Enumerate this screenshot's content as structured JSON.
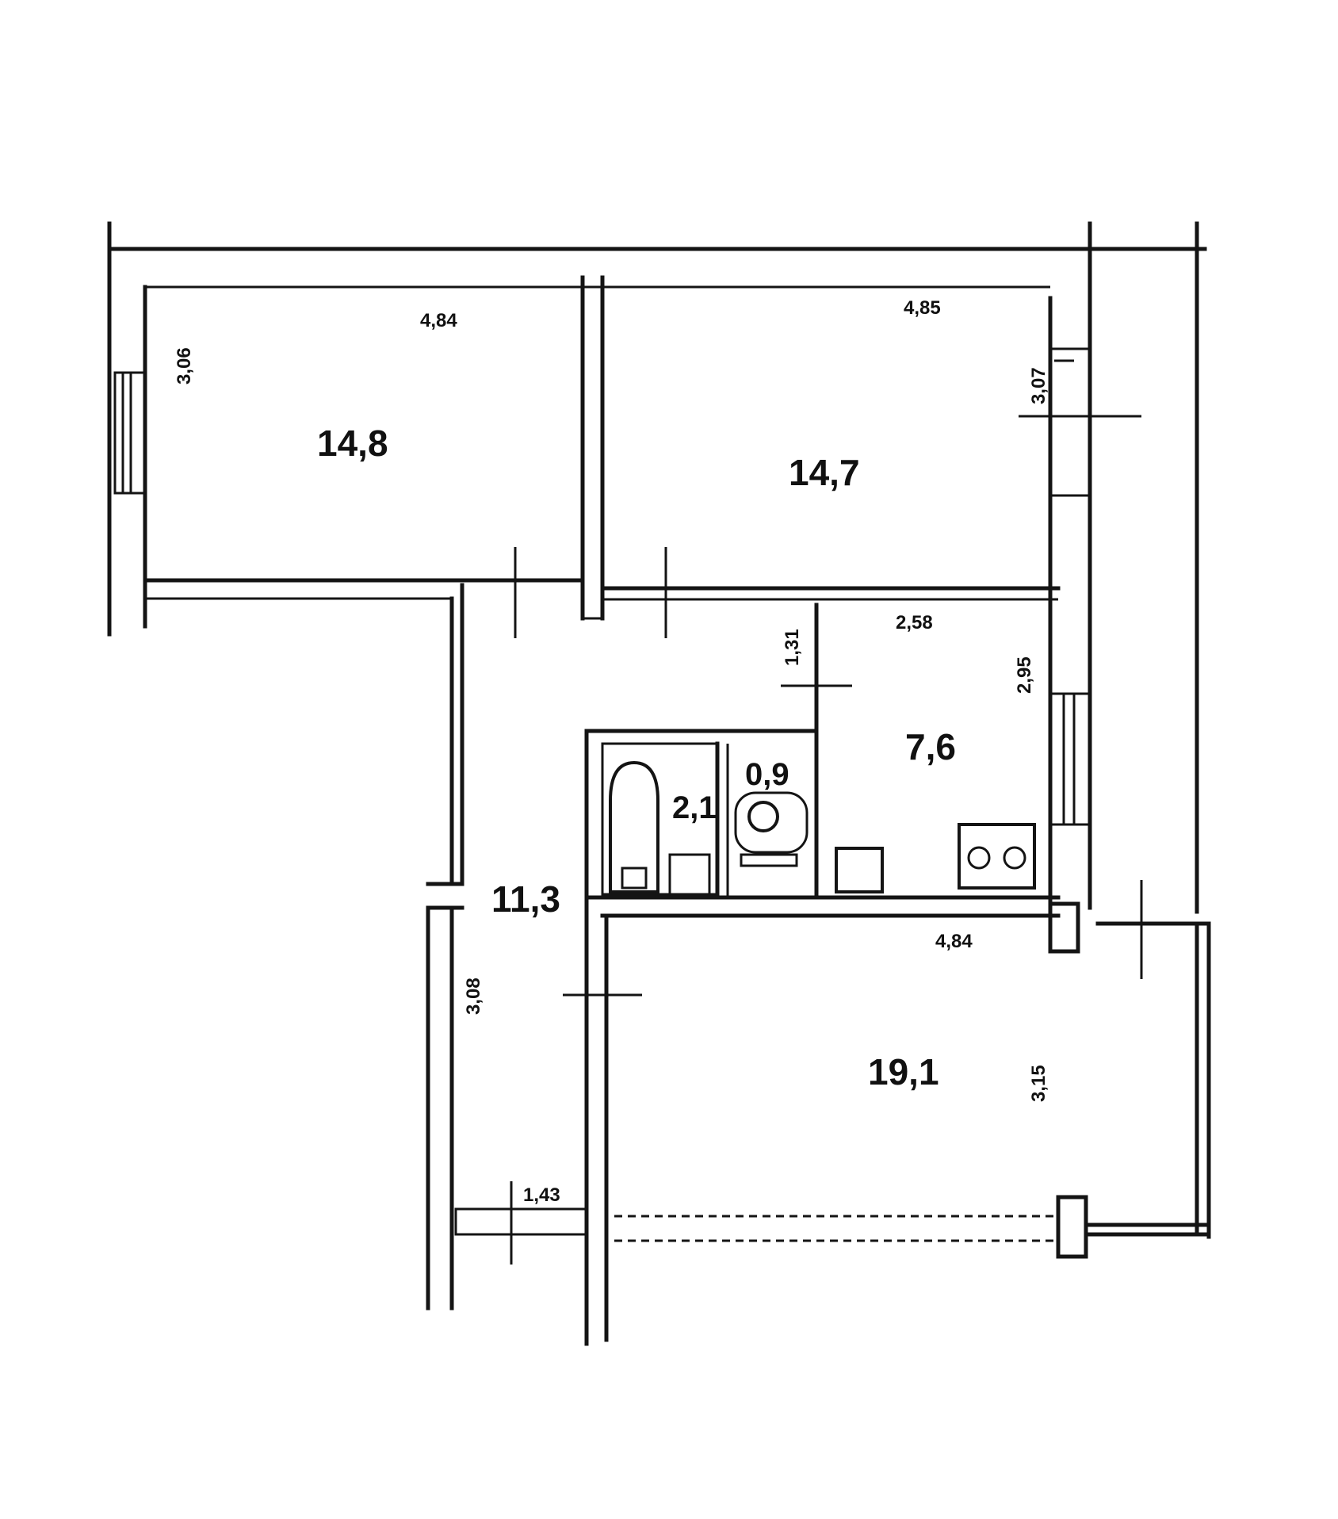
{
  "room_areas": {
    "bedroom_left": "14,8",
    "bedroom_right": "14,7",
    "kitchen": "7,6",
    "bathroom": "2,1",
    "toilet": "0,9",
    "hall": "11,3",
    "living_room": "19,1"
  },
  "dimensions": {
    "bedroom_left_width": "4,84",
    "bedroom_left_depth": "3,06",
    "bedroom_right_width": "4,85",
    "bedroom_right_depth": "3,07",
    "corridor_width": "1,31",
    "kitchen_width": "2,58",
    "kitchen_depth": "2,95",
    "living_width": "4,84",
    "living_depth": "3,15",
    "hall_depth": "3,08",
    "entrance_width": "1,43"
  }
}
